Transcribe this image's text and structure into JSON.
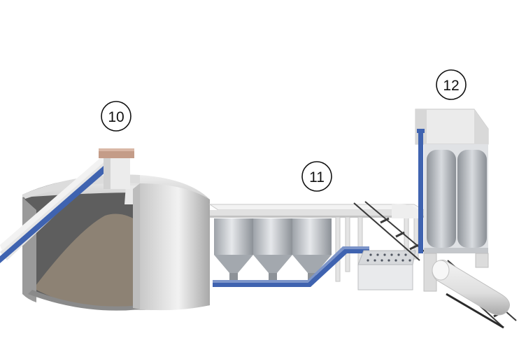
{
  "callouts": [
    {
      "label": "10"
    },
    {
      "label": "11"
    },
    {
      "label": "12"
    }
  ],
  "colors": {
    "conveyor_blue": "#3f63b0",
    "steel_light": "#e8e8e8",
    "steel_mid": "#b9bcc1",
    "steel_dark": "#8f9398",
    "dome_inner": "#6a6a6a",
    "stockpile": "#8d8274",
    "tank_fill": "#c9cdd3",
    "rail": "#3a3a3a"
  }
}
